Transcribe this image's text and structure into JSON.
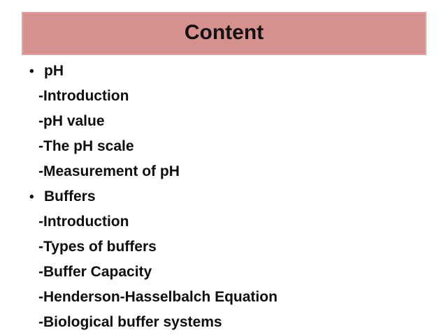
{
  "slide": {
    "title": "Content",
    "bullet_char": "•",
    "colors": {
      "title_bar_bg": "#d6908e",
      "title_bar_border": "#e0a4a2",
      "text": "#0d0d0d",
      "background": "#ffffff"
    },
    "items": [
      {
        "type": "bullet",
        "text": "pH"
      },
      {
        "type": "sub",
        "text": "-Introduction"
      },
      {
        "type": "sub",
        "text": "-pH value"
      },
      {
        "type": "sub",
        "text": "-The pH scale"
      },
      {
        "type": "sub",
        "text": "-Measurement of pH"
      },
      {
        "type": "bullet",
        "text": "Buffers"
      },
      {
        "type": "sub",
        "text": "-Introduction"
      },
      {
        "type": "sub",
        "text": "-Types of buffers"
      },
      {
        "type": "sub",
        "text": "-Buffer Capacity"
      },
      {
        "type": "sub",
        "text": "-Henderson-Hasselbalch Equation"
      },
      {
        "type": "sub",
        "text": "-Biological buffer systems"
      }
    ]
  }
}
